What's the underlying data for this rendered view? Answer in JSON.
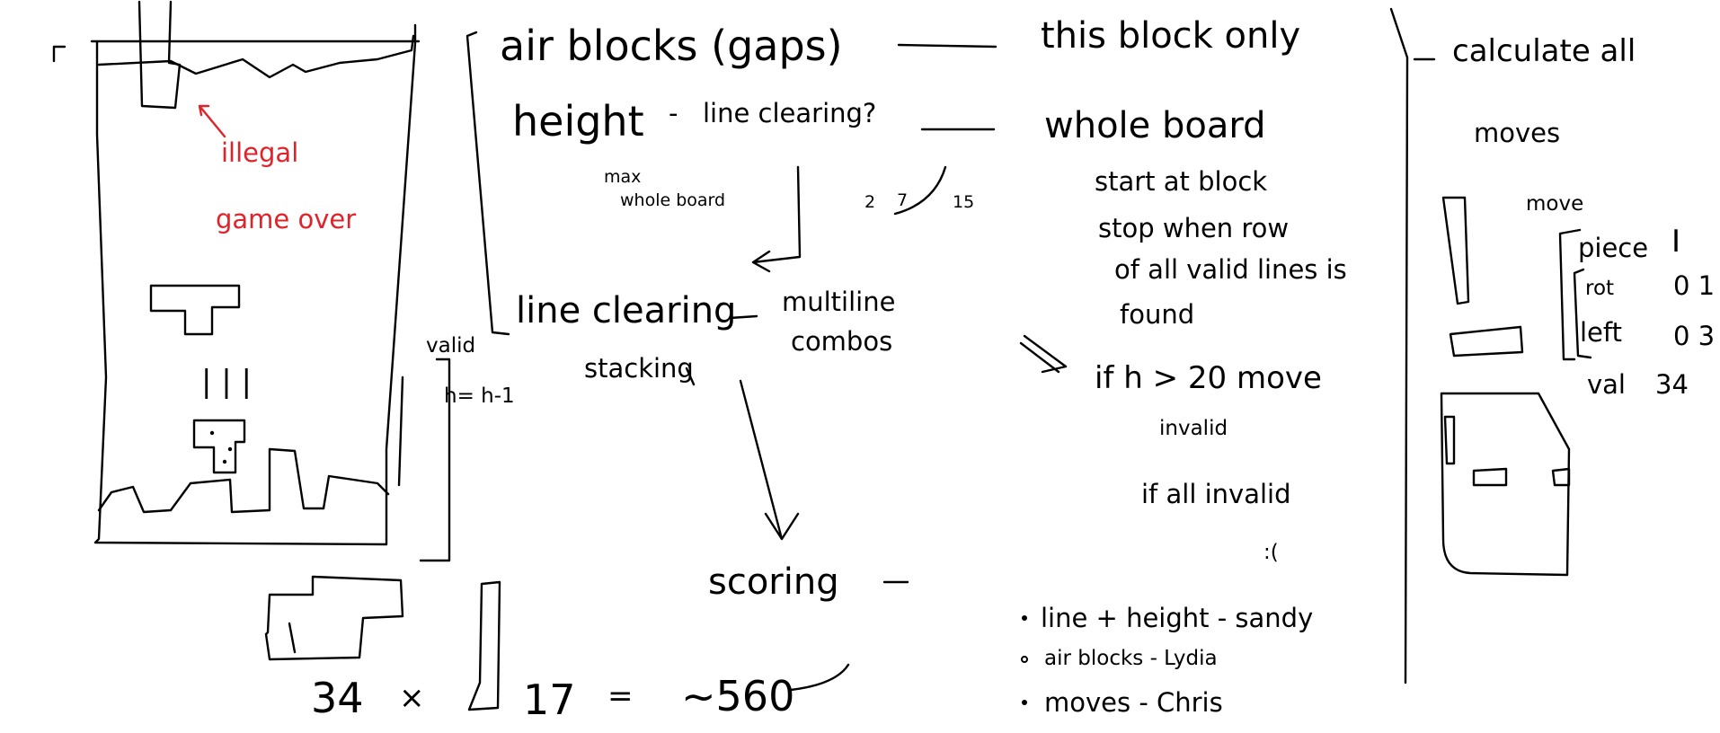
{
  "notes": {
    "illegal": "illegal",
    "game_over": "game over",
    "valid": "valid",
    "h_update": "h= h-1",
    "bars": "| | |",
    "air_blocks": "air blocks (gaps)",
    "height": "height",
    "line_clearing_q": "line clearing?",
    "max": "max",
    "whole_board_small": "whole board",
    "n2": "2",
    "n7": "7",
    "n15": "15",
    "line_clearing": "line clearing",
    "multiline": "multiline",
    "combos": "combos",
    "stacking": "stacking",
    "scoring": "scoring",
    "mult_34": "34",
    "mult_x": "×",
    "mult_17": "17",
    "equals": "=",
    "result": "~560",
    "this_block_only": "this block only",
    "whole_board": "whole board",
    "start_at_block": "start at block",
    "stop_when_row": "stop when row",
    "of_all_valid": "of all valid lines is",
    "found": "found",
    "if_h_20": "if h > 20 move",
    "invalid": "invalid",
    "if_all_invalid": "if all invalid",
    "sad_face": ":(",
    "task1": "line + height - sandy",
    "task2": "air blocks - Lydia",
    "task3": "moves - Chris",
    "calculate_all": "calculate all",
    "moves": "moves",
    "move": "move",
    "piece": "piece",
    "piece_val": "I",
    "rot": "rot",
    "rot_vals": "0 1",
    "left": "left",
    "left_vals": "0 3",
    "val": "val",
    "val_num": "34"
  }
}
